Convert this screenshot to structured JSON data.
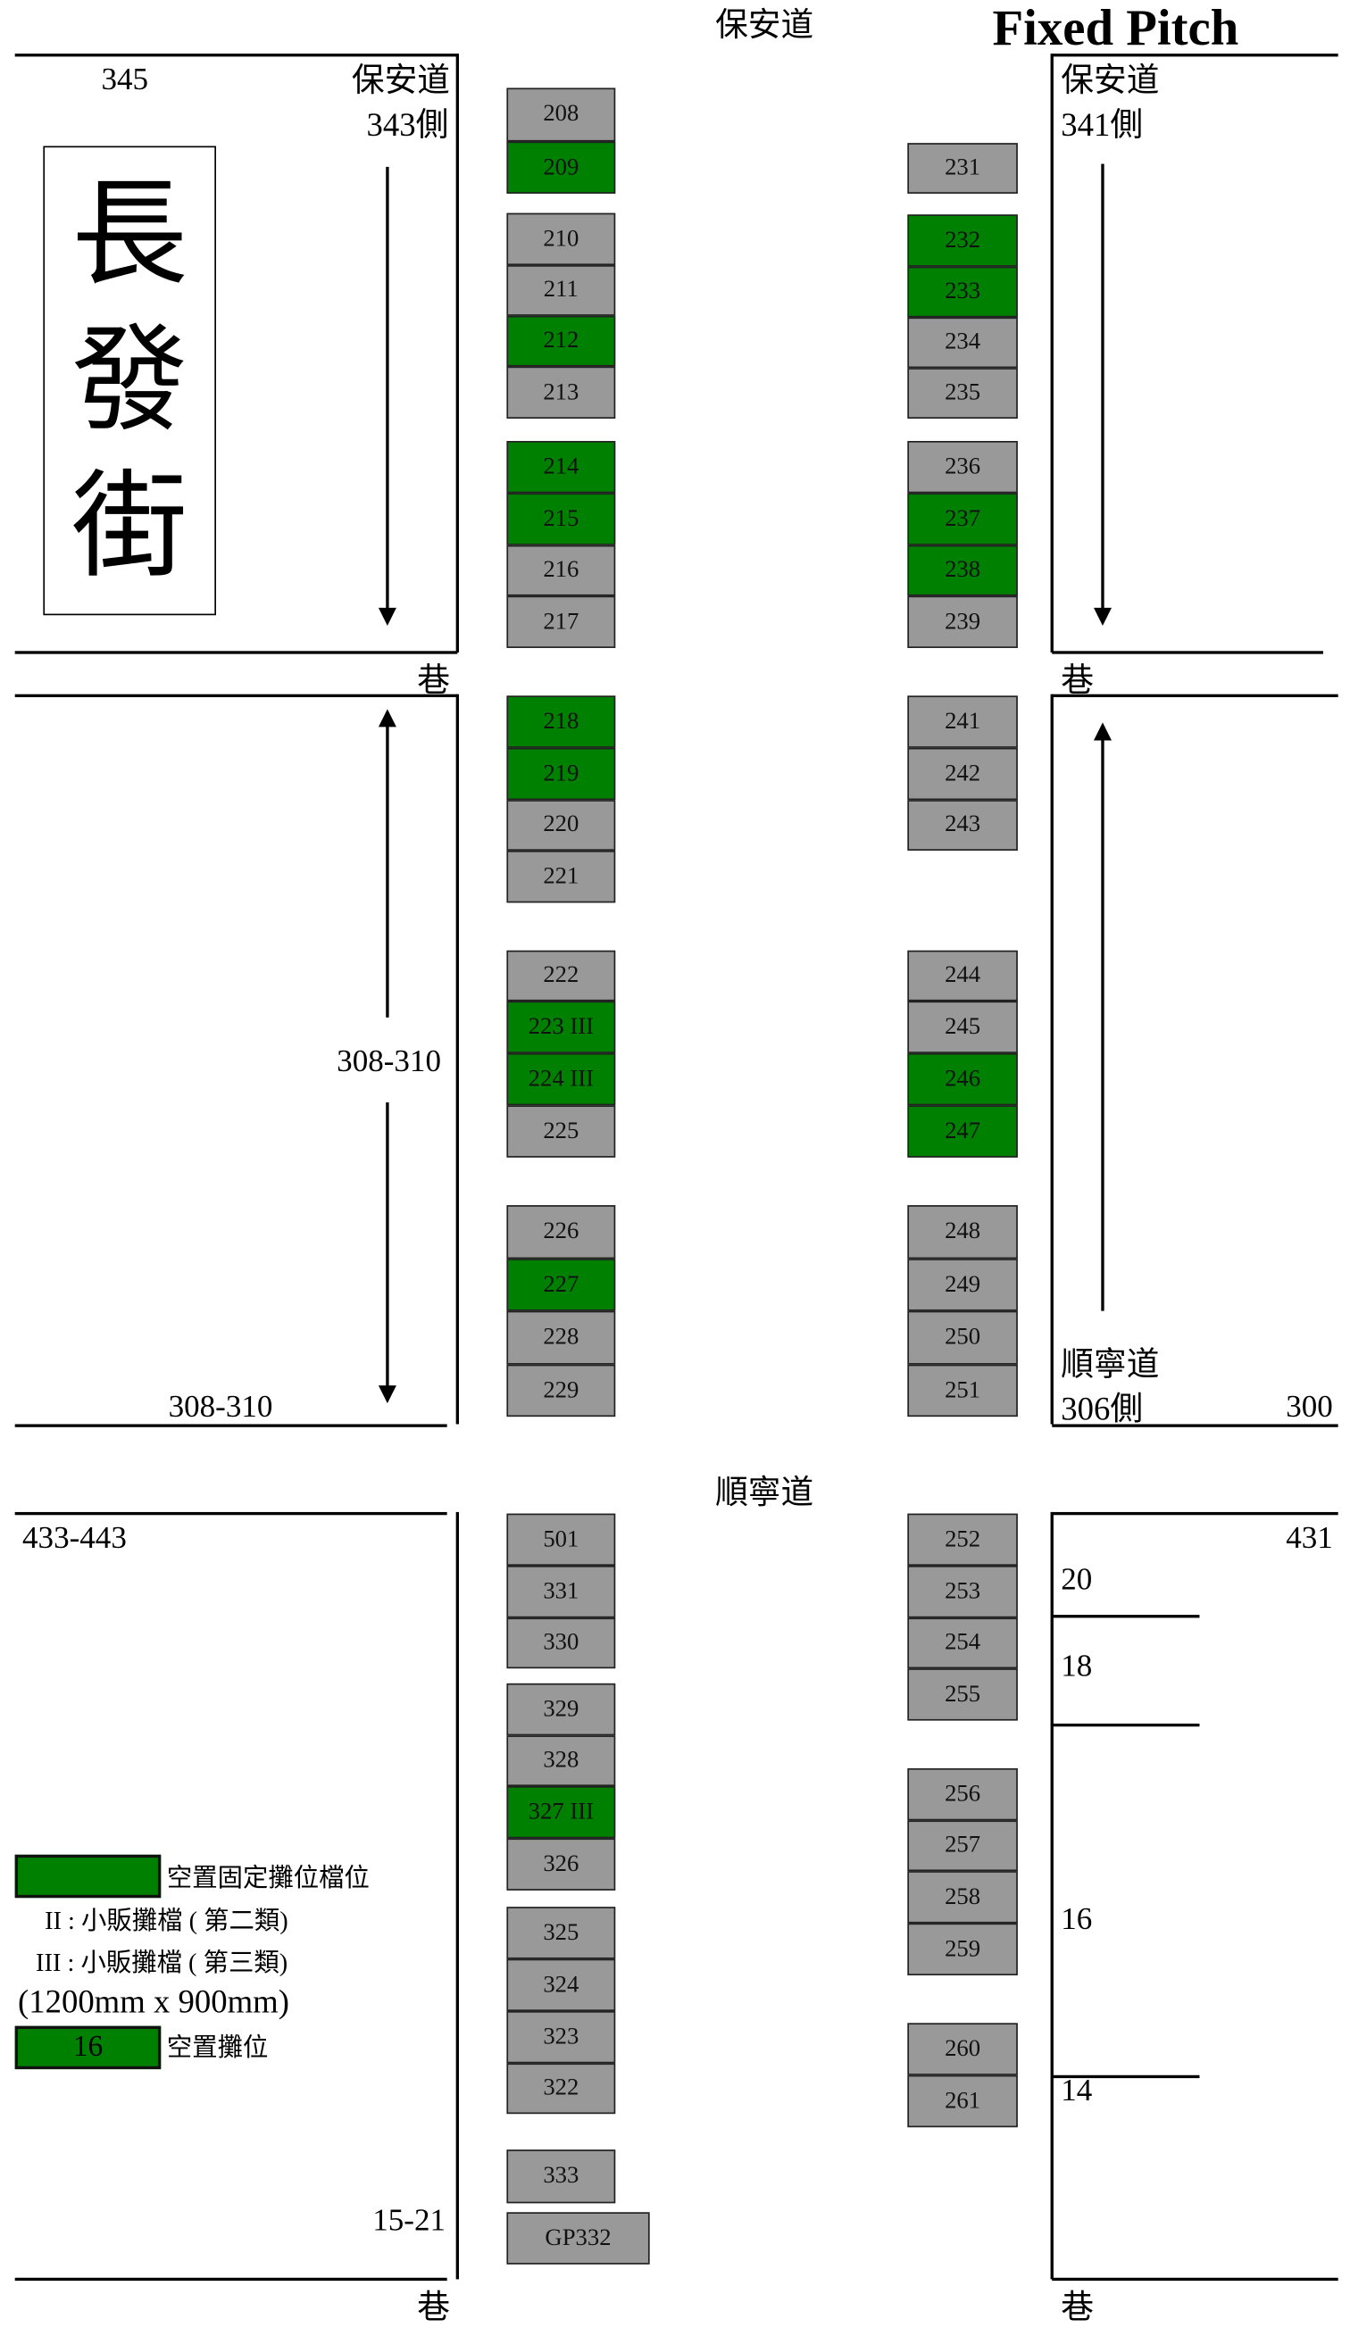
{
  "title": "Fixed Pitch",
  "streets": {
    "top": "保安道",
    "middle": "順寧道"
  },
  "labels": {
    "n345": "345",
    "left_top_road": "保安道",
    "left_top_side": "343側",
    "street_name": [
      "長",
      "發",
      "街"
    ],
    "lane": "巷",
    "right_top_road": "保安道",
    "right_top_side": "341側",
    "mid_left": "308-310",
    "mid_left_bottom": "308-310",
    "right_mid_road": "順寧道",
    "right_mid_side": "306側",
    "n300": "300",
    "n433_443": "433-443",
    "n431": "431",
    "n20": "20",
    "n18": "18",
    "n16": "16",
    "n14": "14",
    "n15_21": "15-21"
  },
  "legend": {
    "vacant_fixed": "空置固定攤位檔位",
    "class2": "II : 小販攤檔 ( 第二類)",
    "class3": "III : 小販攤檔 ( 第三類)",
    "size": "(1200mm x 900mm)",
    "vacant_sample": "16",
    "vacant_pitch": "空置攤位"
  },
  "colors": {
    "vacant": "#008000",
    "occupied": "#999999"
  },
  "stalls": [
    {
      "label": "208",
      "vacant": false
    },
    {
      "label": "209",
      "vacant": true
    },
    {
      "label": "210",
      "vacant": false
    },
    {
      "label": "211",
      "vacant": false
    },
    {
      "label": "212",
      "vacant": true
    },
    {
      "label": "213",
      "vacant": false
    },
    {
      "label": "214",
      "vacant": true
    },
    {
      "label": "215",
      "vacant": true
    },
    {
      "label": "216",
      "vacant": false
    },
    {
      "label": "217",
      "vacant": false
    },
    {
      "label": "218",
      "vacant": true
    },
    {
      "label": "219",
      "vacant": true
    },
    {
      "label": "220",
      "vacant": false
    },
    {
      "label": "221",
      "vacant": false
    },
    {
      "label": "222",
      "vacant": false
    },
    {
      "label": "223 III",
      "vacant": true
    },
    {
      "label": "224 III",
      "vacant": true
    },
    {
      "label": "225",
      "vacant": false
    },
    {
      "label": "226",
      "vacant": false
    },
    {
      "label": "227",
      "vacant": true
    },
    {
      "label": "228",
      "vacant": false
    },
    {
      "label": "229",
      "vacant": false
    },
    {
      "label": "501",
      "vacant": false
    },
    {
      "label": "331",
      "vacant": false
    },
    {
      "label": "330",
      "vacant": false
    },
    {
      "label": "329",
      "vacant": false
    },
    {
      "label": "328",
      "vacant": false
    },
    {
      "label": "327 III",
      "vacant": true
    },
    {
      "label": "326",
      "vacant": false
    },
    {
      "label": "325",
      "vacant": false
    },
    {
      "label": "324",
      "vacant": false
    },
    {
      "label": "323",
      "vacant": false
    },
    {
      "label": "322",
      "vacant": false
    },
    {
      "label": "333",
      "vacant": false
    },
    {
      "label": "GP332",
      "vacant": false
    },
    {
      "label": "231",
      "vacant": false
    },
    {
      "label": "232",
      "vacant": true
    },
    {
      "label": "233",
      "vacant": true
    },
    {
      "label": "234",
      "vacant": false
    },
    {
      "label": "235",
      "vacant": false
    },
    {
      "label": "236",
      "vacant": false
    },
    {
      "label": "237",
      "vacant": true
    },
    {
      "label": "238",
      "vacant": true
    },
    {
      "label": "239",
      "vacant": false
    },
    {
      "label": "241",
      "vacant": false
    },
    {
      "label": "242",
      "vacant": false
    },
    {
      "label": "243",
      "vacant": false
    },
    {
      "label": "244",
      "vacant": false
    },
    {
      "label": "245",
      "vacant": false
    },
    {
      "label": "246",
      "vacant": true
    },
    {
      "label": "247",
      "vacant": true
    },
    {
      "label": "248",
      "vacant": false
    },
    {
      "label": "249",
      "vacant": false
    },
    {
      "label": "250",
      "vacant": false
    },
    {
      "label": "251",
      "vacant": false
    },
    {
      "label": "252",
      "vacant": false
    },
    {
      "label": "253",
      "vacant": false
    },
    {
      "label": "254",
      "vacant": false
    },
    {
      "label": "255",
      "vacant": false
    },
    {
      "label": "256",
      "vacant": false
    },
    {
      "label": "257",
      "vacant": false
    },
    {
      "label": "258",
      "vacant": false
    },
    {
      "label": "259",
      "vacant": false
    },
    {
      "label": "260",
      "vacant": false
    },
    {
      "label": "261",
      "vacant": false
    }
  ]
}
